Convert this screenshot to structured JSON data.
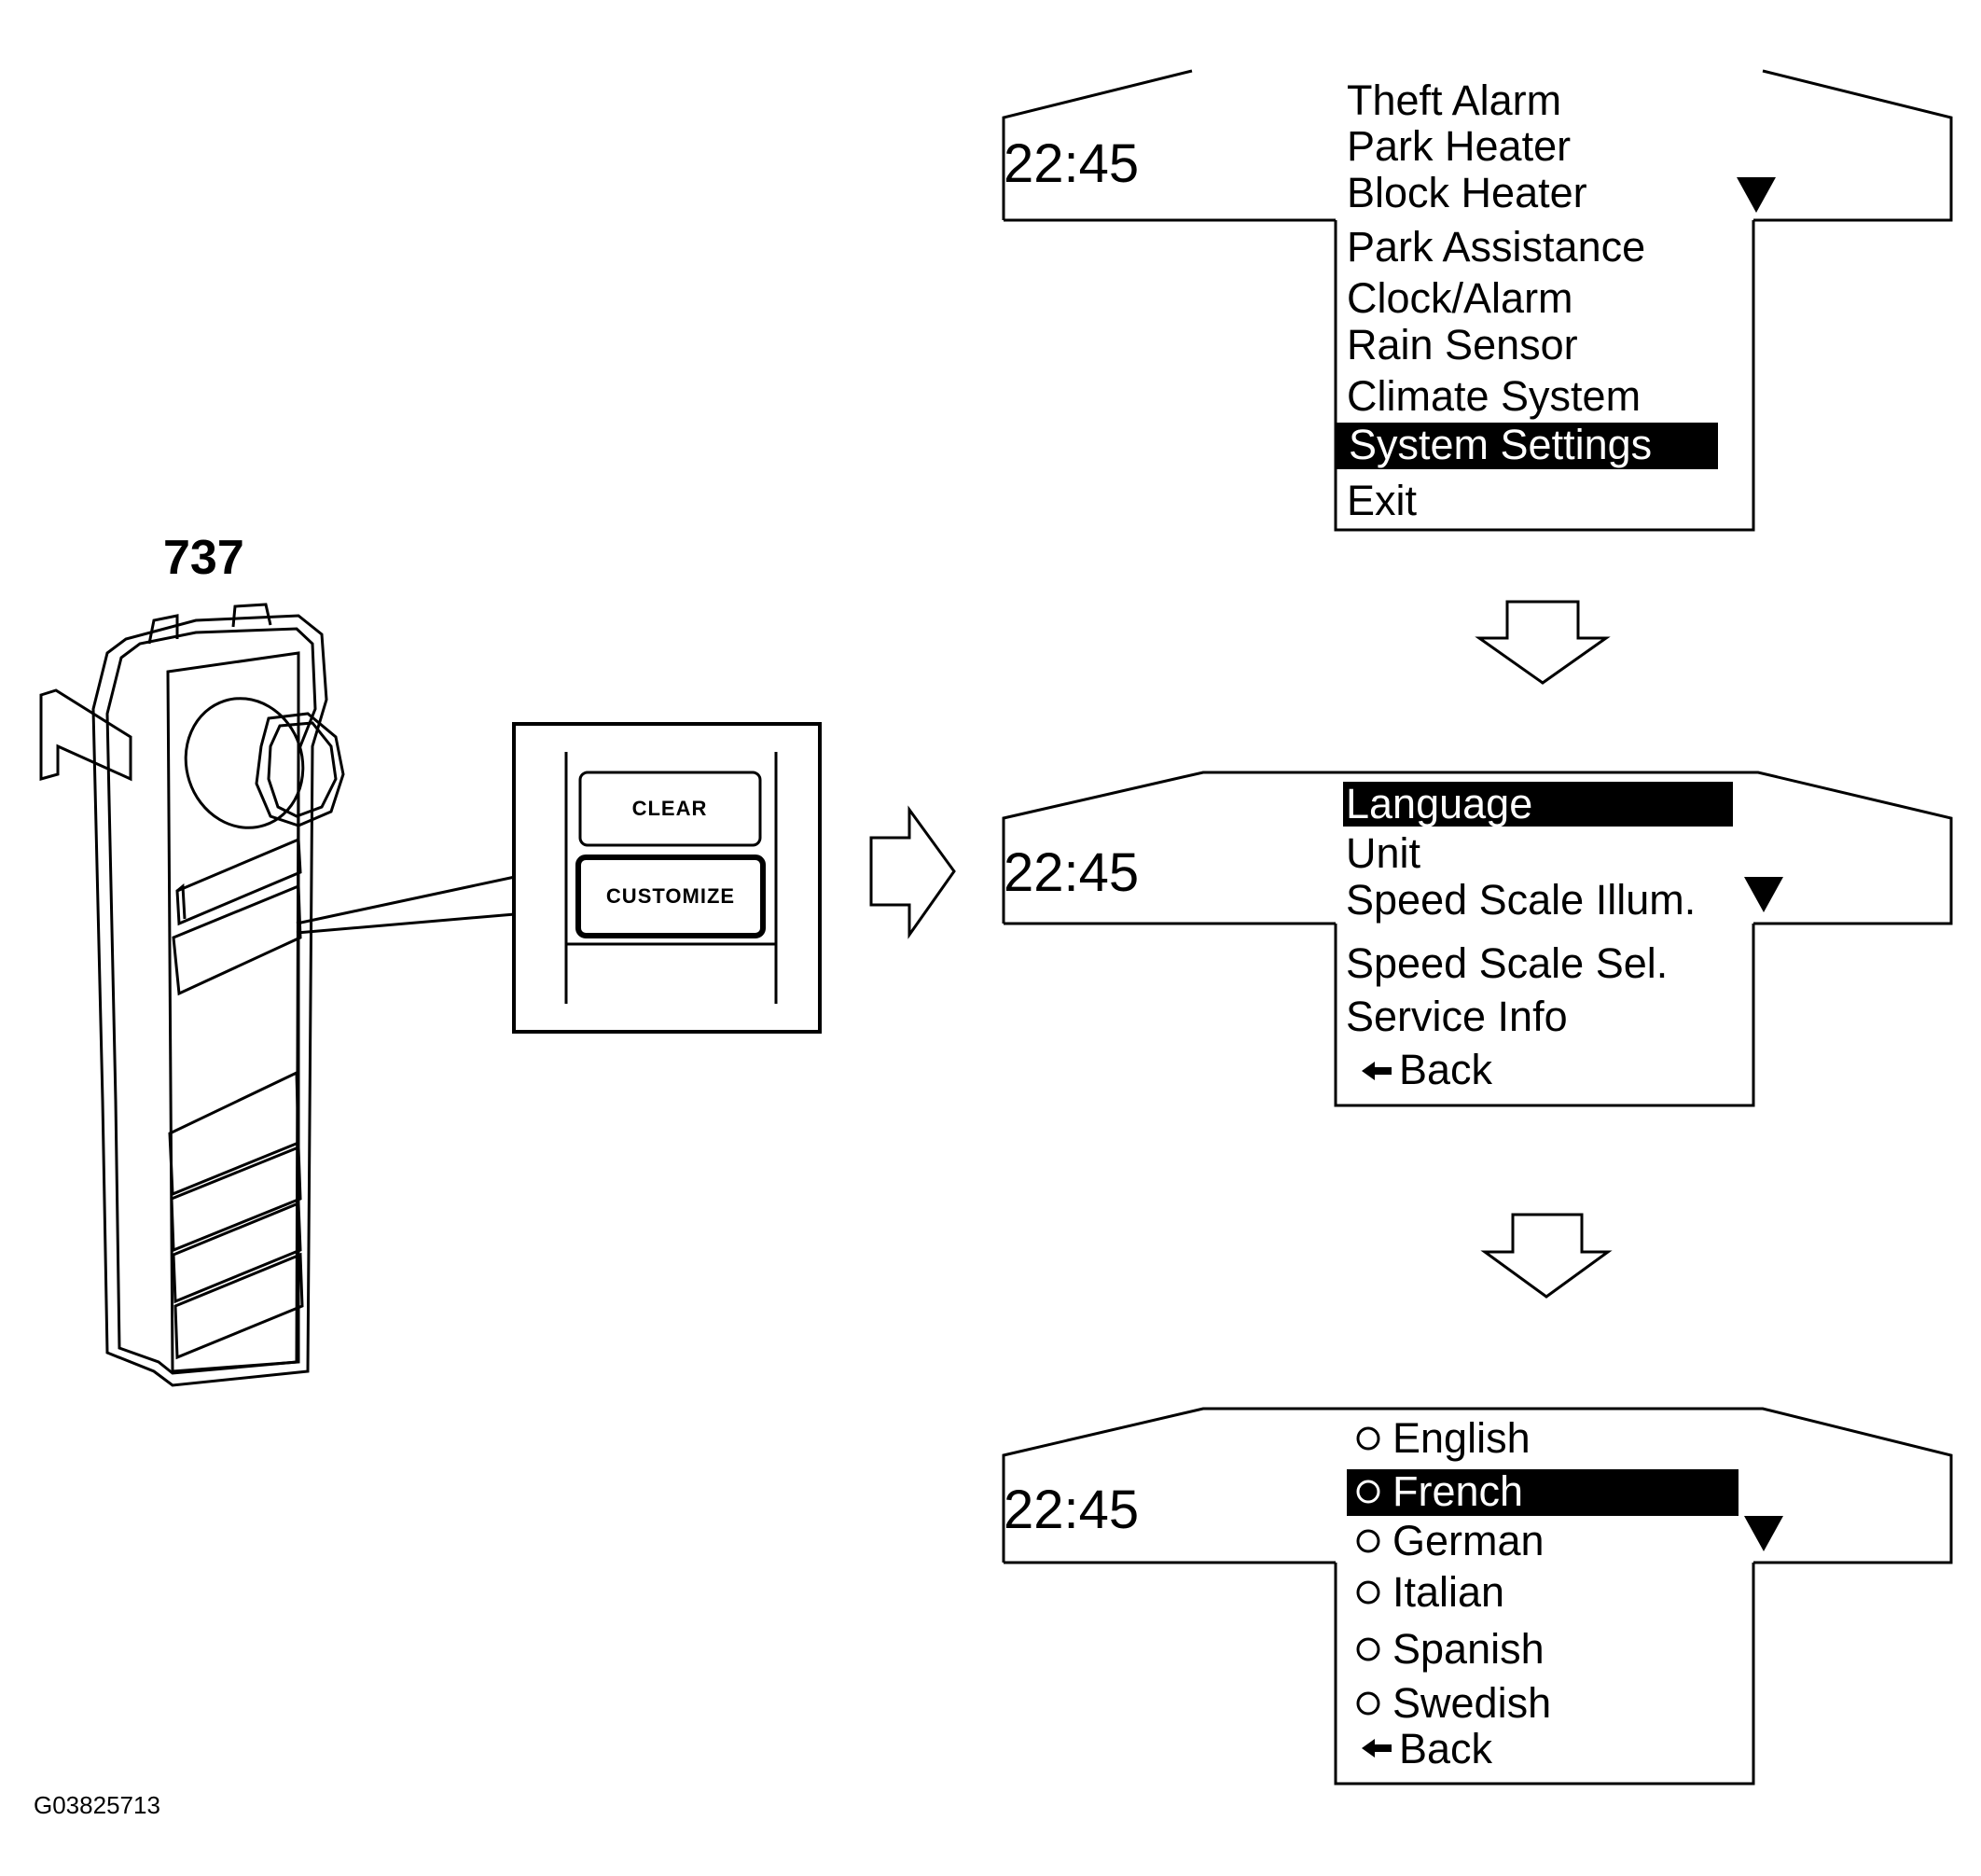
{
  "figure": {
    "part_number": "737",
    "figure_id": "G03825713"
  },
  "switch_panel": {
    "clear_label": "CLEAR",
    "customize_label": "CUSTOMIZE"
  },
  "screen1": {
    "clock": "22:45",
    "items": [
      "Theft  Alarm",
      "Park Heater",
      "Block Heater",
      "Park Assistance",
      "Clock/Alarm",
      "Rain Sensor",
      "Climate System",
      "System Settings",
      "Exit"
    ],
    "selected_index": 7
  },
  "screen2": {
    "clock": "22:45",
    "items": [
      "Language",
      "Unit",
      "Speed Scale Illum.",
      "Speed Scale Sel.",
      "Service Info",
      "Back"
    ],
    "selected_index": 0
  },
  "screen3": {
    "clock": "22:45",
    "items": [
      "English",
      "French",
      "German",
      "Italian",
      "Spanish",
      "Swedish",
      "Back"
    ],
    "selected_index": 1
  },
  "icons": {
    "scroll_down": "triangle-down-icon",
    "back": "arrow-left-icon",
    "radio": "radio-circle-icon",
    "flow_arrow": "hollow-arrow-icon"
  }
}
